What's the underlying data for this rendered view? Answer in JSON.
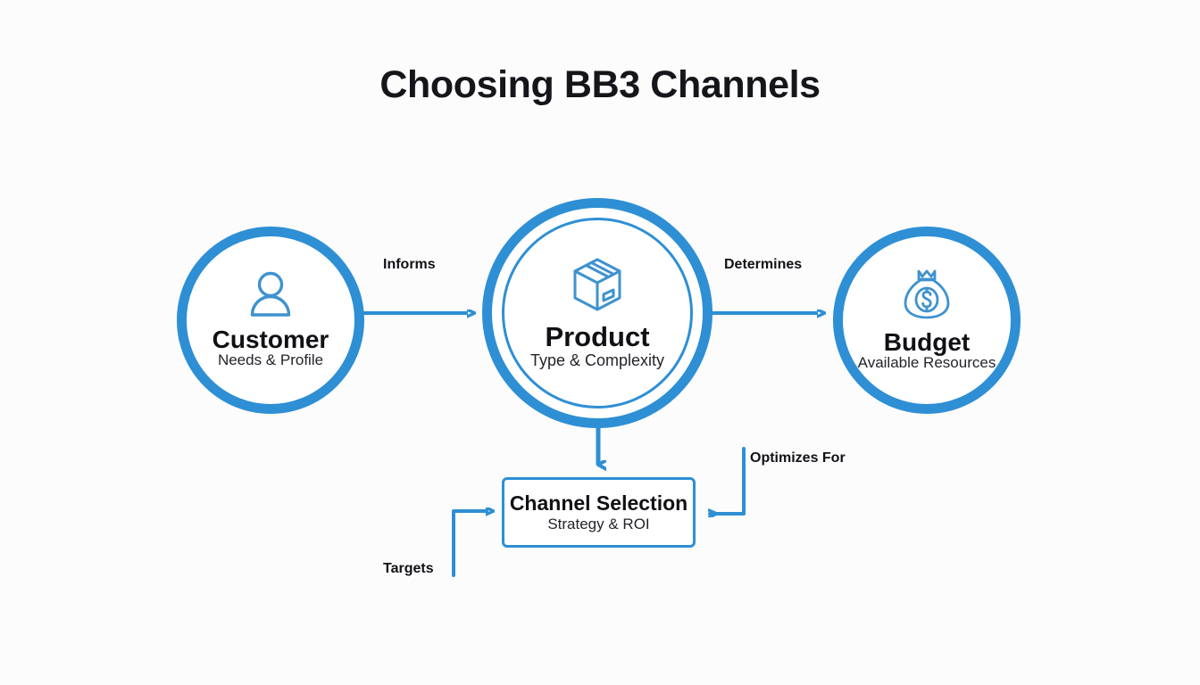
{
  "page": {
    "title": "Choosing BB3 Channels",
    "background_color": "#fcfcfd",
    "accent_color": "#2e8fd4",
    "text_color": "#101114"
  },
  "nodes": [
    {
      "id": "customer",
      "icon": "person-icon",
      "title": "Customer",
      "subtitle": "Needs & Profile",
      "shape": "circle"
    },
    {
      "id": "product",
      "icon": "package-box-icon",
      "title": "Product",
      "subtitle": "Type & Complexity",
      "shape": "double-ring-circle"
    },
    {
      "id": "budget",
      "icon": "money-bag-icon",
      "title": "Budget",
      "subtitle": "Available Resources",
      "shape": "circle"
    },
    {
      "id": "outcome",
      "icon": "none",
      "title": "Channel Selection",
      "subtitle": "Strategy & ROI",
      "shape": "rounded-rect"
    }
  ],
  "edges": [
    {
      "id": "informs",
      "label": "Informs",
      "from": "customer",
      "to": "product",
      "direction": "right"
    },
    {
      "id": "determines",
      "label": "Determines",
      "from": "product",
      "to": "budget",
      "direction": "right"
    },
    {
      "id": "produces",
      "label": "",
      "from": "product",
      "to": "outcome",
      "direction": "down"
    },
    {
      "id": "optimizes",
      "label": "Optimizes For",
      "from": "budget",
      "to": "outcome",
      "direction": "left-elbow"
    },
    {
      "id": "targets",
      "label": "Targets",
      "from": "customer",
      "to": "outcome",
      "direction": "right-elbow"
    }
  ],
  "chart_data": {
    "type": "diagram",
    "title": "Choosing BB3 Channels",
    "diagram_kind": "flow",
    "node_labels": [
      "Customer",
      "Product",
      "Budget",
      "Channel Selection"
    ],
    "node_sublabels": [
      "Needs & Profile",
      "Type & Complexity",
      "Available Resources",
      "Strategy & ROI"
    ],
    "edge_labels": [
      "Informs",
      "Determines",
      "Optimizes For",
      "Targets"
    ]
  }
}
